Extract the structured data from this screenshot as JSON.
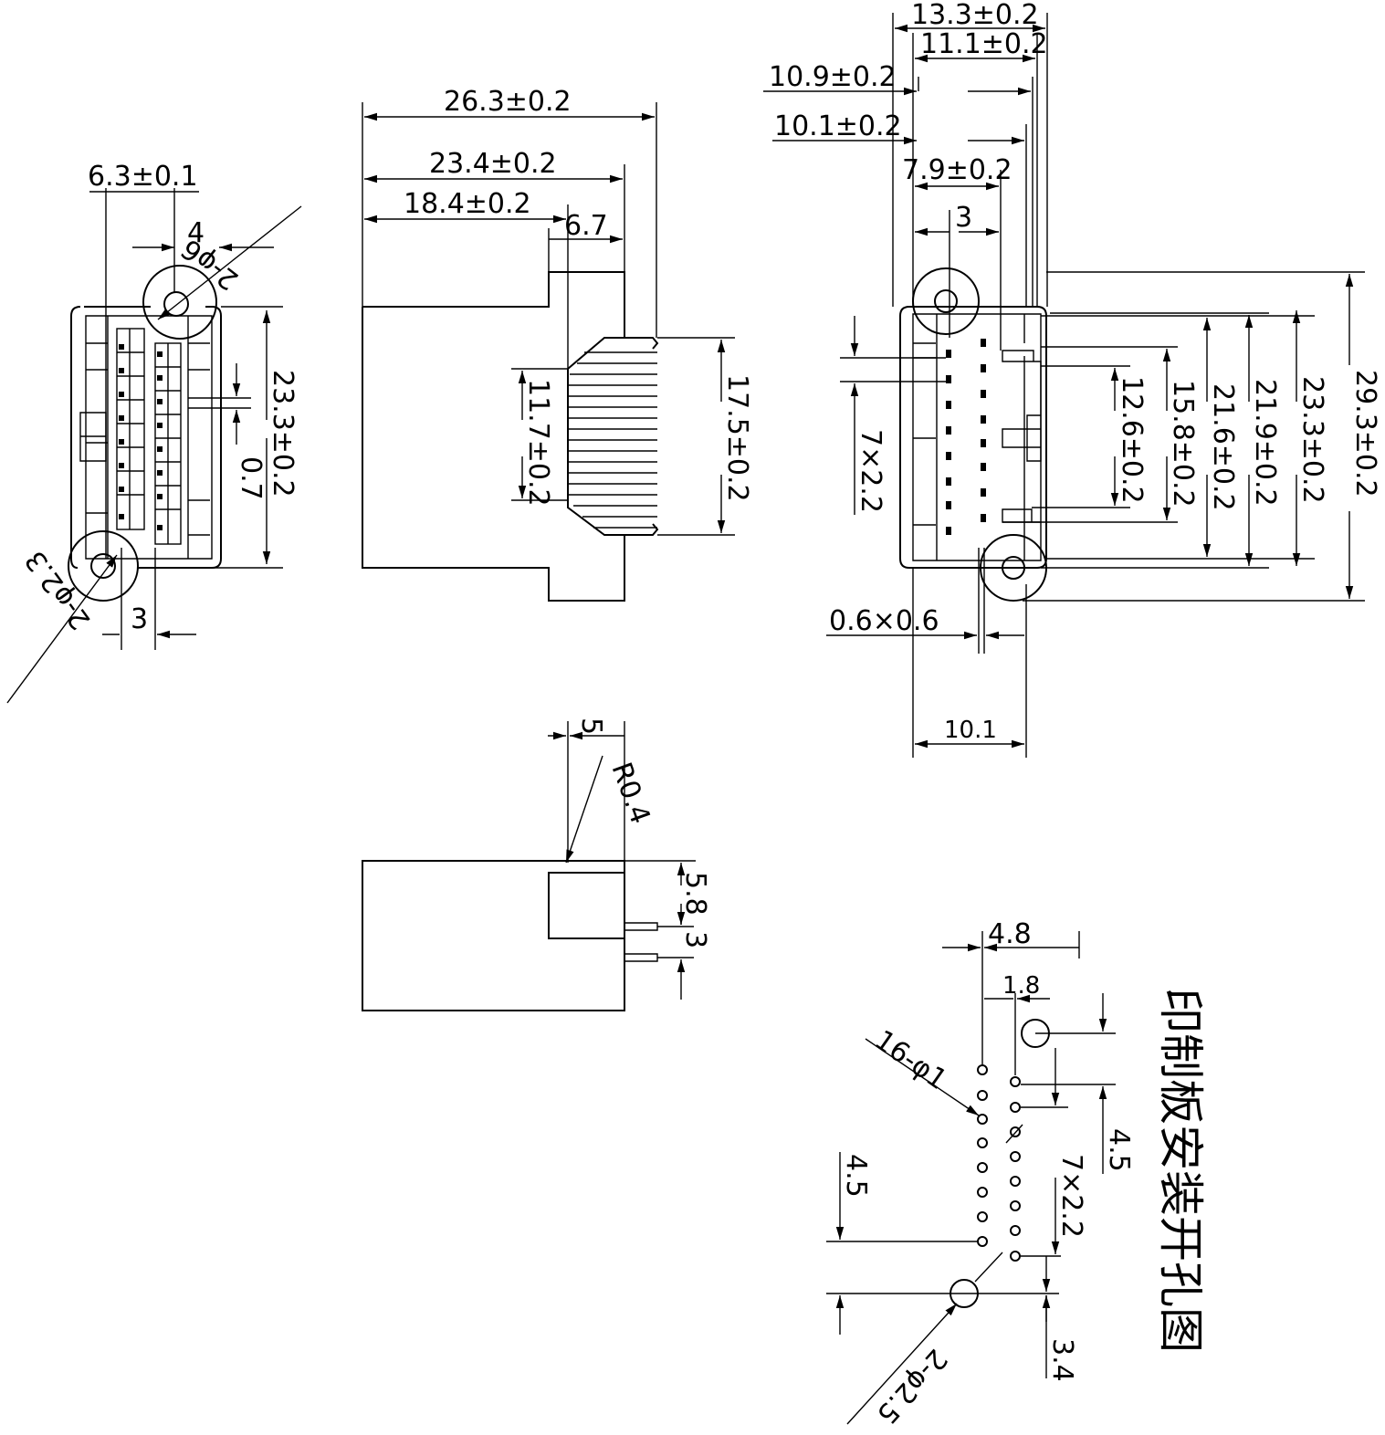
{
  "front_view": {
    "width_pitch": "6.3±0.1",
    "tab_offset": "4",
    "mount_hole_top": "2-φ6",
    "height": "23.3±0.2",
    "pin_step": "0.7",
    "lower_offset": "3",
    "mount_hole_bottom": "2-φ2.3"
  },
  "side_view": {
    "overall_length": "26.3±0.2",
    "body_length": "23.4±0.2",
    "front_length": "18.4±0.2",
    "boss_width": "6.7",
    "inner_span": "11.7±0.2",
    "pin_span": "17.5±0.2"
  },
  "rear_view": {
    "top_1": "13.3±0.2",
    "top_2": "11.1±0.2",
    "top_3": "10.9±0.2",
    "top_4": "10.1±0.2",
    "top_5": "7.9±0.2",
    "top_6": "3",
    "pitch_count": "7×2.2",
    "v_1": "12.6±0.2",
    "v_2": "15.8±0.2",
    "v_3": "21.6±0.2",
    "v_4": "21.9±0.2",
    "v_5": "23.3±0.2",
    "v_6": "29.3±0.2",
    "pin_section": "0.6×0.6",
    "bottom_width": "10.1"
  },
  "bottom_view": {
    "boss_width": "5",
    "radius": "R0.4",
    "height_a": "5.8",
    "height_b": "3"
  },
  "pcb_layout": {
    "title": "印制板安装开孔图",
    "row_spacing": "4.8",
    "offset_small": "1.8",
    "hole_count": "16-φ1",
    "offset_right": "4.5",
    "pitch_count": "7×2.2",
    "offset_left": "4.5",
    "offset_bottom": "3.4",
    "mount_holes": "2-φ2.5"
  }
}
